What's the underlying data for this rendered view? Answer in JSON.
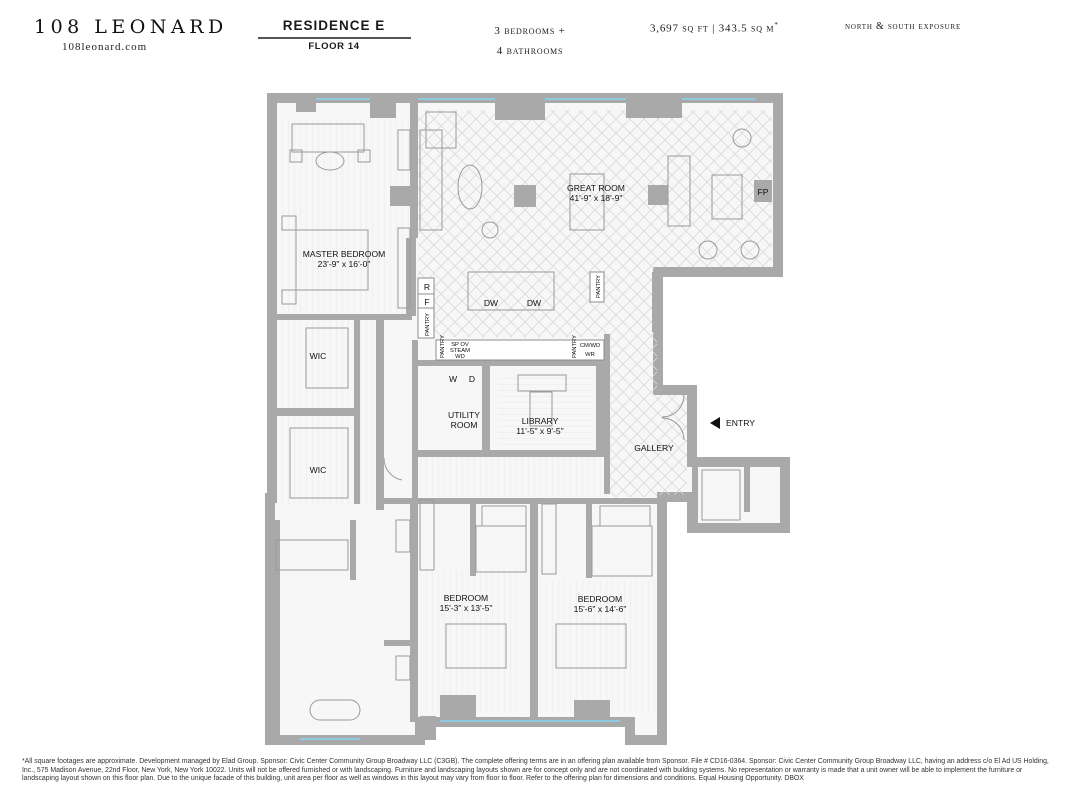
{
  "header": {
    "brand": "108 LEONARD",
    "website": "108leonard.com",
    "residence": "RESIDENCE E",
    "floor": "FLOOR 14",
    "bedrooms": "3 bedrooms +",
    "bathrooms": "4 bathrooms",
    "area": "3,697 sq ft | 343.5 sq m",
    "area_mark": "*",
    "exposure": "north & south exposure"
  },
  "rooms": {
    "great_room": {
      "name": "GREAT ROOM",
      "dims": "41'-9\" x 18'-9\""
    },
    "master": {
      "name": "MASTER BEDROOM",
      "dims": "23'-9\" x 16'-0\""
    },
    "wic1": "WIC",
    "wic2": "WIC",
    "utility": {
      "line1": "UTILITY",
      "line2": "ROOM"
    },
    "library": {
      "name": "LIBRARY",
      "dims": "11'-5\" x 9'-5\""
    },
    "gallery": "GALLERY",
    "entry": "ENTRY",
    "bedroom2": {
      "name": "BEDROOM",
      "dims": "15'-3\" x 13'-5\""
    },
    "bedroom3": {
      "name": "BEDROOM",
      "dims": "15'-6\" x 14'-6\""
    }
  },
  "fixtures": {
    "fp": "FP",
    "r": "R",
    "f": "F",
    "pantry": "PANTRY",
    "dw1": "DW",
    "dw2": "DW",
    "w": "W",
    "d": "D",
    "sp_ov": "SP OV",
    "steam": "STEAM",
    "wd": "WD",
    "cmwd": "CM/WD",
    "wr": "WR"
  },
  "disclaimer": "*All square footages are approximate. Development managed by Elad Group. Sponsor: Civic Center Community Group Broadway LLC (C3GB). The complete offering terms are in an offering plan available from Sponsor. File # CD16-0364. Sponsor: Civic Center Community Group Broadway LLC, having an address c/o El Ad US Holding, Inc., 575 Madison Avenue, 22nd Floor, New York, New York 10022. Units will not be offered furnished or with landscaping. Furniture and landscaping layouts shown are for concept only and are not coordinated with building systems. No representation or warranty is made that a unit owner will be able to implement the furniture or landscaping layout shown on this floor plan. Due to the unique facade of this building, unit area per floor as well as windows in this layout may vary from floor to floor. Refer to the offering plan for dimensions and conditions. Equal Housing Opportunity. DBOX",
  "colors": {
    "wall": "#a9a9a9",
    "floor": "#ffffff",
    "herringbone": "#d9d9d9",
    "window": "#8fcbe0",
    "text": "#111111"
  }
}
